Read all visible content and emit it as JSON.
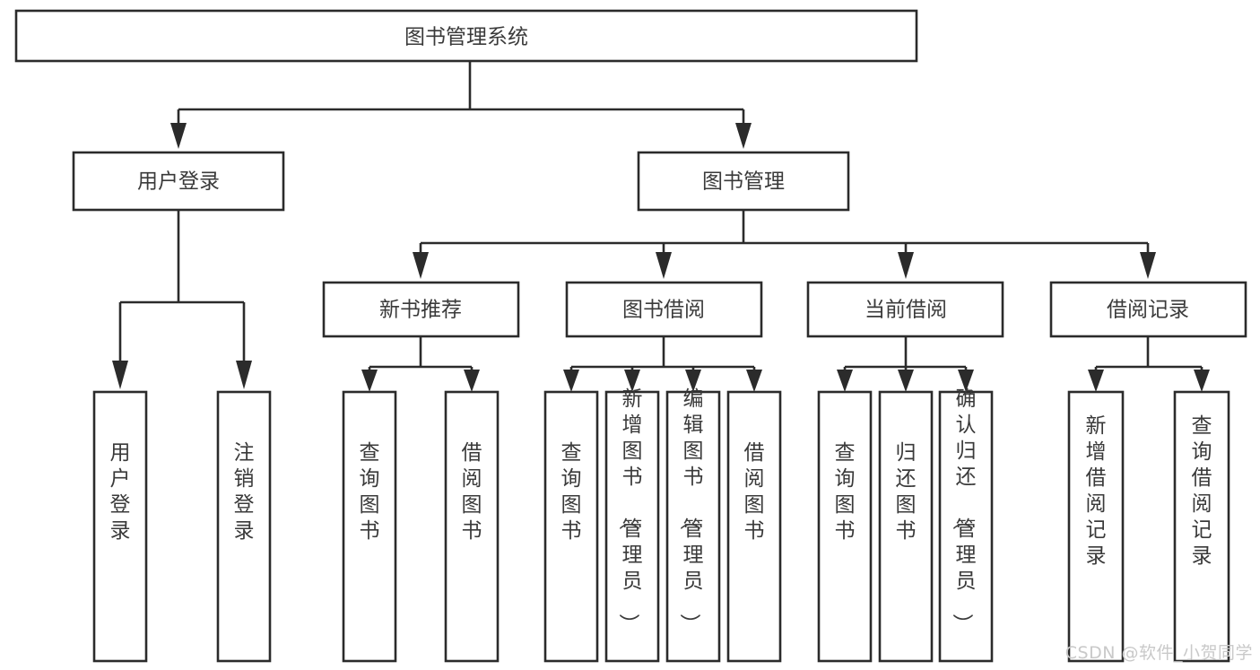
{
  "diagram": {
    "type": "tree-hierarchy",
    "title": "图书管理系统",
    "background_color": "#ffffff",
    "stroke_color": "#2b2b2b",
    "text_color": "#3a3a3a",
    "root": {
      "label": "图书管理系统"
    },
    "level2": [
      {
        "label": "用户登录"
      },
      {
        "label": "图书管理"
      }
    ],
    "level3": [
      {
        "label": "新书推荐"
      },
      {
        "label": "图书借阅"
      },
      {
        "label": "当前借阅"
      },
      {
        "label": "借阅记录"
      }
    ],
    "leaves": {
      "user_login": [
        {
          "label": "用户登录"
        },
        {
          "label": "注销登录"
        }
      ],
      "new_book_recommend": [
        {
          "label": "查询图书"
        },
        {
          "label": "借阅图书"
        }
      ],
      "book_borrow": [
        {
          "label": "查询图书"
        },
        {
          "label": "新增图书（管理员）"
        },
        {
          "label": "编辑图书（管理员）"
        },
        {
          "label": "借阅图书"
        }
      ],
      "current_borrow": [
        {
          "label": "查询图书"
        },
        {
          "label": "归还图书"
        },
        {
          "label": "确认归还（管理员）"
        }
      ],
      "borrow_record": [
        {
          "label": "新增借阅记录"
        },
        {
          "label": "查询借阅记录"
        }
      ]
    }
  },
  "watermark": {
    "text": "CSDN @软件_小贺同学"
  }
}
